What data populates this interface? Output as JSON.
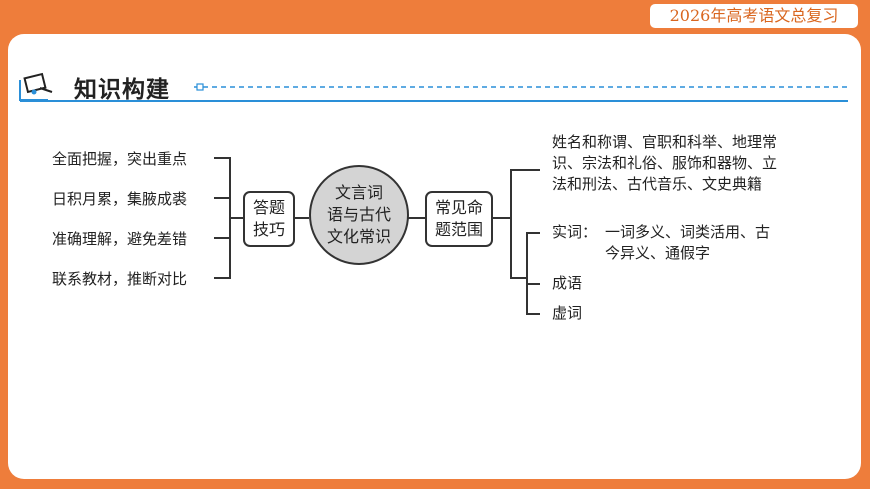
{
  "header": {
    "badge": "2026年高考语文总复习"
  },
  "section": {
    "title": "知识构建"
  },
  "diagram": {
    "left_items": [
      "全面把握，突出重点",
      "日积月累，集腋成裘",
      "准确理解，避免差错",
      "联系教材，推断对比"
    ],
    "left_box": [
      "答题",
      "技巧"
    ],
    "center": [
      "文言词",
      "语与古代",
      "文化常识"
    ],
    "right_box": [
      "常见命",
      "题范围"
    ],
    "culture_text": [
      "姓名和称谓、官职和科举、地理常",
      "识、宗法和礼俗、服饰和器物、立",
      "法和刑法、古代音乐、文史典籍"
    ],
    "shici_label": "实词：",
    "shici_text": [
      "一词多义、词类活用、古",
      "今异义、通假字"
    ],
    "chengyu": "成语",
    "xuci": "虚词"
  }
}
